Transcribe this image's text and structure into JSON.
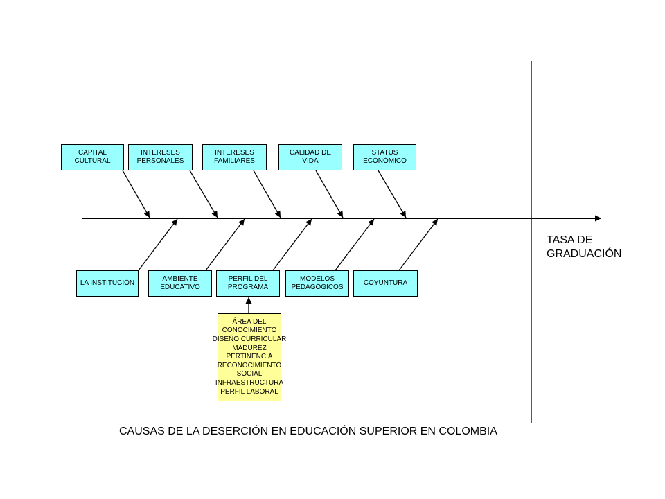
{
  "effect": "TASA DE\nGRADUACIÓN",
  "top_causes": [
    "CAPITAL\nCULTURAL",
    "INTERESES\nPERSONALES",
    "INTERESES\nFAMILIARES",
    "CALIDAD DE\nVIDA",
    "STATUS\nECONÓMICO"
  ],
  "bottom_causes": [
    "LA INSTITUCIÓN",
    "AMBIENTE\nEDUCATIVO",
    "PERFIL DEL\nPROGRAMA",
    "MODELOS\nPEDAGÓGICOS",
    "COYUNTURA"
  ],
  "sub_factors": [
    "ÁREA DEL",
    "CONOCIMIENTO",
    "DISEÑO CURRICULAR",
    "MADURÉZ",
    "PERTINENCIA",
    "RECONOCIMIENTO",
    "SOCIAL",
    "INFRAESTRUCTURA",
    "PERFIL LABORAL"
  ],
  "caption": "CAUSAS DE LA DESERCIÓN EN EDUCACIÓN SUPERIOR EN COLOMBIA",
  "colors": {
    "cause_fill": "#99ffff",
    "sub_factor_fill": "#ffff99",
    "line": "#000000"
  }
}
